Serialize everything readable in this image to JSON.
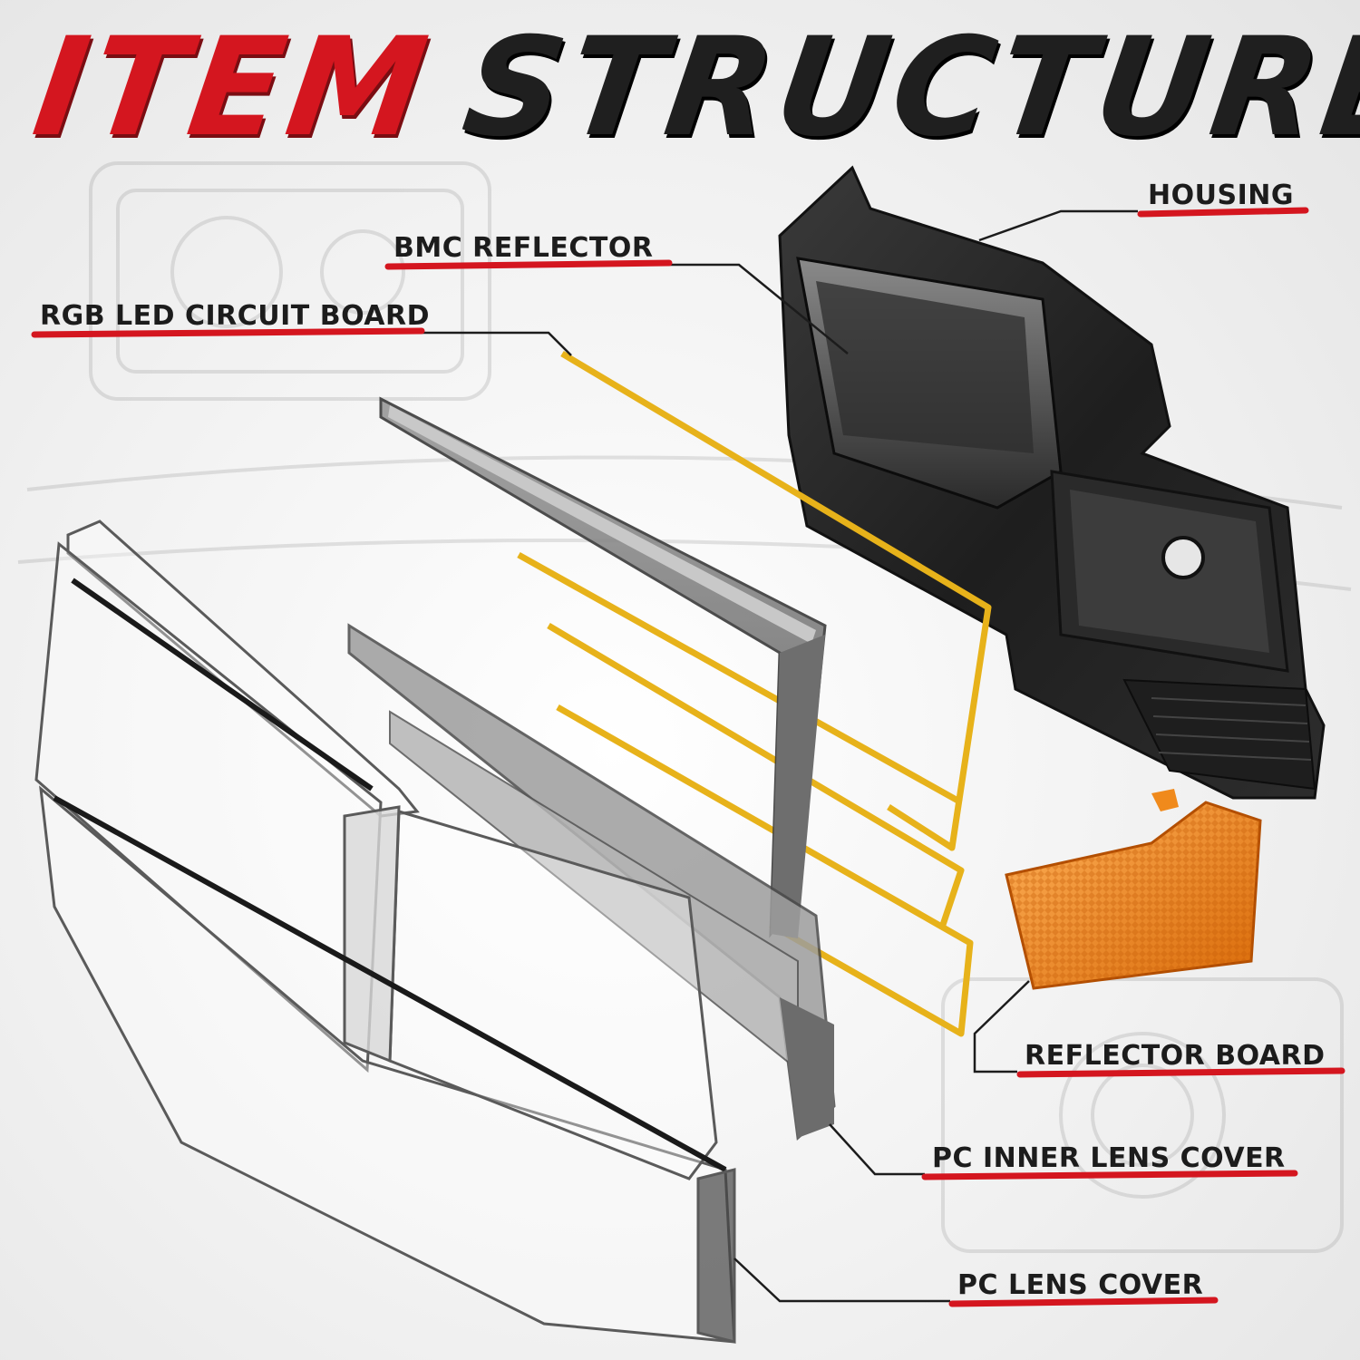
{
  "title": {
    "word1": "ITEM",
    "word2": "STRUCTURE"
  },
  "colors": {
    "accent_red": "#d4161f",
    "dark": "#1f1f1f",
    "amber": "#f08a1c",
    "gold": "#e7b21a"
  },
  "labels": {
    "housing": "HOUSING",
    "bmc_reflector": "BMC REFLECTOR",
    "rgb_led_circuit_board": "RGB LED CIRCUIT BOARD",
    "reflector_board": "REFLECTOR BOARD",
    "pc_inner_lens_cover": "PC INNER LENS COVER",
    "pc_lens_cover": "PC LENS COVER"
  }
}
